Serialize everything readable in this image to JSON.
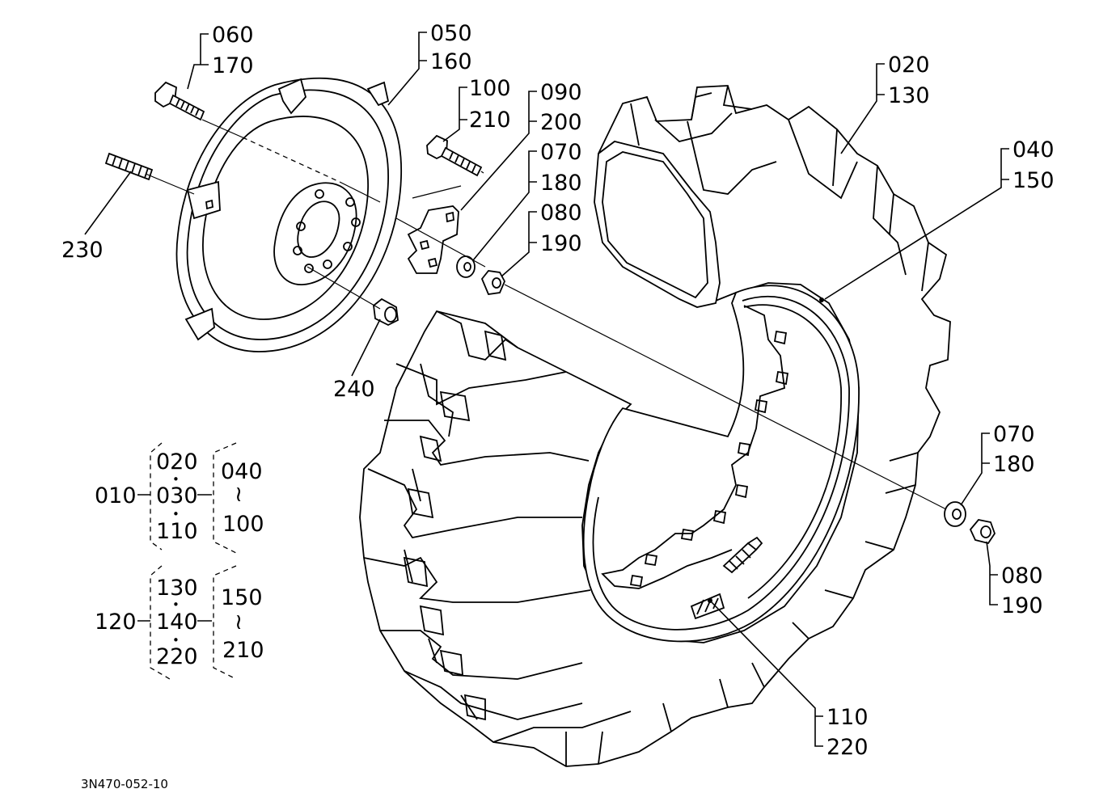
{
  "drawing_code": "3N470-052-10",
  "callouts": {
    "c1": [
      "060",
      "170"
    ],
    "c2": [
      "050",
      "160"
    ],
    "c3": [
      "100",
      "210"
    ],
    "c4": [
      "090",
      "200"
    ],
    "c5": [
      "070",
      "180"
    ],
    "c6": [
      "080",
      "190"
    ],
    "c7": [
      "020",
      "130"
    ],
    "c8": [
      "040",
      "150"
    ],
    "c9": [
      "070",
      "180"
    ],
    "c10": [
      "080",
      "190"
    ],
    "c11": [
      "110",
      "220"
    ],
    "c12": [
      "230"
    ],
    "c13": [
      "240"
    ]
  },
  "assemblies": [
    {
      "id": "010",
      "group_a": [
        "020",
        "030",
        "110"
      ],
      "group_b": [
        "040",
        "100"
      ]
    },
    {
      "id": "120",
      "group_a": [
        "130",
        "140",
        "220"
      ],
      "group_b": [
        "150",
        "210"
      ]
    }
  ],
  "symbols": {
    "dot": "•",
    "range": "≀"
  }
}
